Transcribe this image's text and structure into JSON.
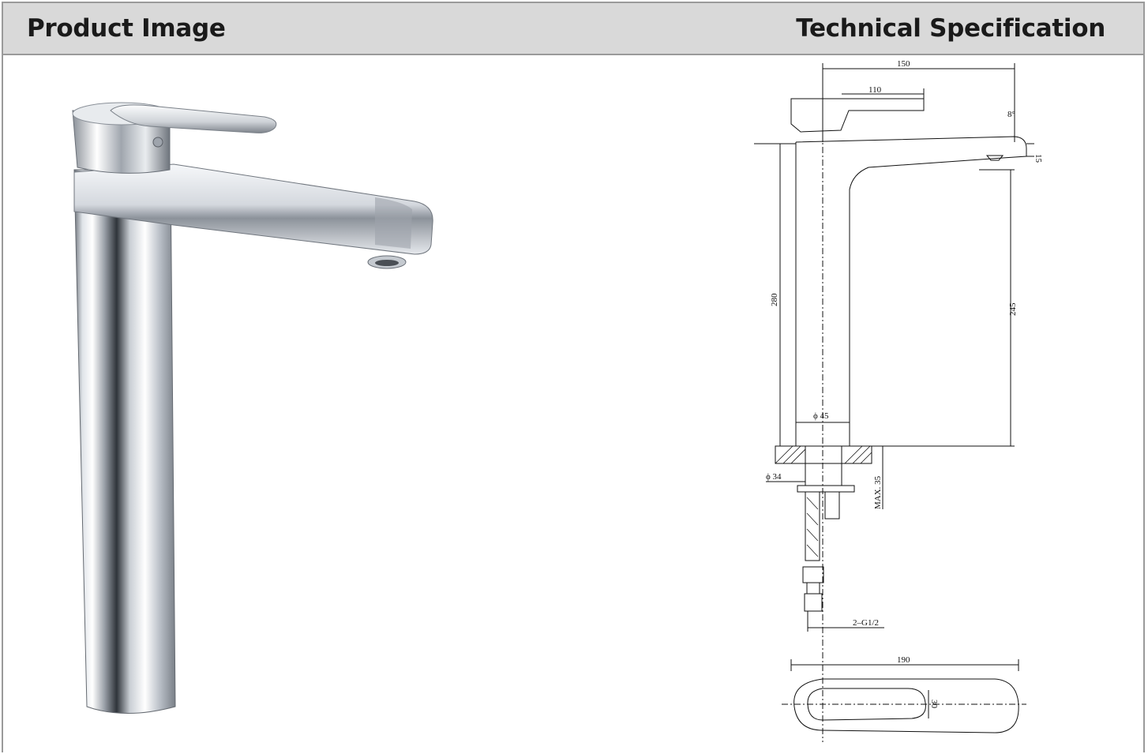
{
  "header": {
    "left_title": "Product Image",
    "right_title": "Technical Specification"
  },
  "drawing": {
    "dimensions": {
      "width_150": "150",
      "width_110": "110",
      "angle": "8°",
      "thickness_15": "15",
      "height_280": "280",
      "height_245": "245",
      "diameter_45": "ϕ 45",
      "diameter_34": "ϕ 34",
      "max_35": "MAX. 35",
      "connector": "2–G1/2",
      "length_190": "190",
      "width_30": "30"
    }
  },
  "colors": {
    "header_bg": "#d9d9d9",
    "border": "#9a9a9a",
    "chrome_dark": "#5a5f66",
    "chrome_light": "#f4f6f8"
  }
}
